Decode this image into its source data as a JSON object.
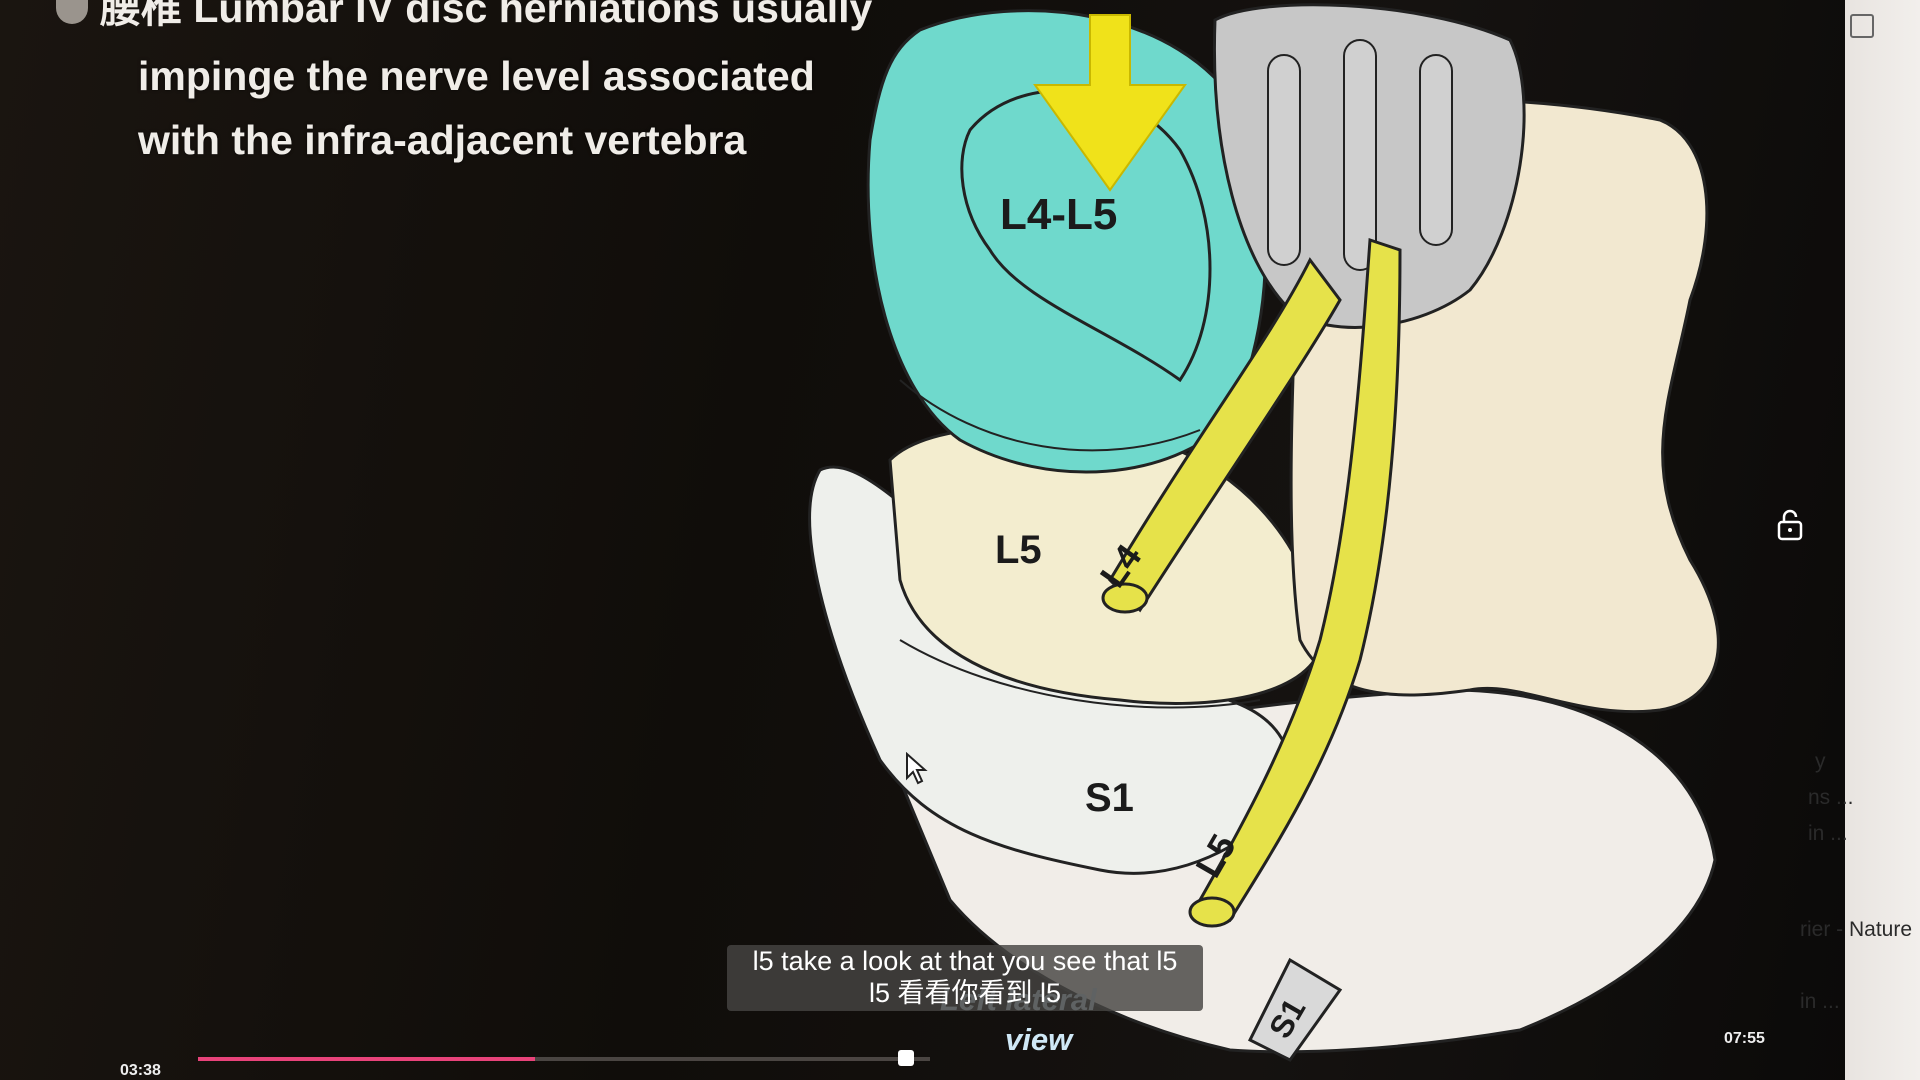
{
  "headline": {
    "cut_line": "腰椎 Lumbar IV disc herniations usually",
    "line1": "impinge the nerve level associated",
    "line2": "with the infra-adjacent vertebra"
  },
  "labels": {
    "disc": "L4-L5",
    "vertebra_l5": "L5",
    "vertebra_s1": "S1",
    "nerve_l4": "L4",
    "nerve_l5": "L5",
    "nerve_s1": "S1"
  },
  "caption": {
    "line1": "Left lateral",
    "line2": "view"
  },
  "subtitle": {
    "line1": "l5 take a look at that you see that l5",
    "line2": "l5 看看你看到 l5"
  },
  "player": {
    "current_time": "03:38",
    "total_time": "07:55",
    "progress_fraction": 0.46
  },
  "side_list": [
    "y",
    "ns ...",
    "in ...",
    "rier - Nature",
    "in ..."
  ],
  "colors": {
    "disc": "#6fd9cc",
    "nerve": "#e6e24a",
    "bone": "#f3ecd6",
    "arrow": "#f0e21a",
    "progress": "#e8437a"
  },
  "icons": {
    "lock": "unlock-icon",
    "cursor": "mouse-pointer-icon"
  }
}
